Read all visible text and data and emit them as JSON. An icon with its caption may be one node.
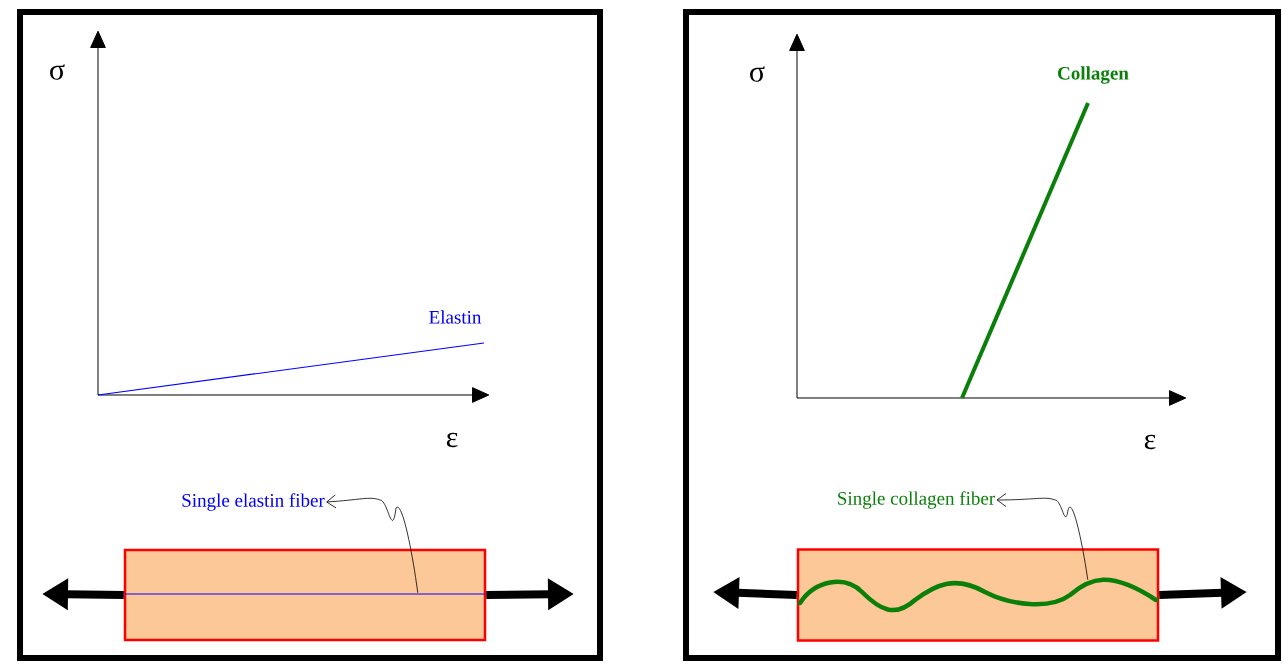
{
  "diagram": {
    "nodes": [
      {
        "text": [
          "Single elastin fiber"
        ]
      },
      {
        "text": [],
        "shape": "box"
      },
      {
        "text": [],
        "shape": "bar",
        "in": 1
      },
      {
        "text": [
          "Single collagen fiber"
        ]
      },
      {
        "text": [],
        "shape": "box"
      },
      {
        "text": [],
        "shape": "bar",
        "in": 4
      }
    ],
    "edges": [
      {
        "from": 2,
        "to": 0,
        "arrow": "to"
      },
      {
        "from": 1,
        "to": null,
        "arrow": "to"
      },
      {
        "from": 1,
        "to": null,
        "arrow": "to"
      },
      {
        "from": 5,
        "to": 3,
        "arrow": "to"
      },
      {
        "from": 4,
        "to": null,
        "arrow": "to"
      },
      {
        "from": 4,
        "to": null,
        "arrow": "to"
      }
    ],
    "labels": [
      "σ",
      "Elastin",
      "ε",
      "σ",
      "Collagen",
      "ε"
    ]
  }
}
